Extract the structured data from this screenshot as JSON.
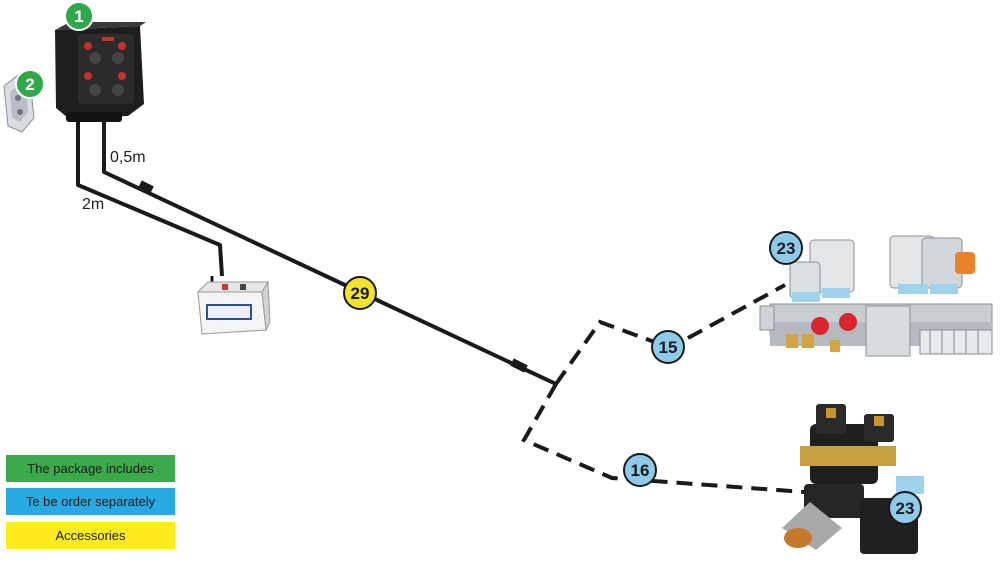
{
  "colors": {
    "green": "#2ea84a",
    "blue": "#8ecbea",
    "yellow": "#f2e32e",
    "legend_green": "#3aaa4c",
    "legend_blue": "#27aae1",
    "legend_yellow": "#ffec1f",
    "cable": "#1a1a1a"
  },
  "badges": {
    "control_box": "1",
    "bracket": "2",
    "cable_main": "29",
    "cable_valves": "15",
    "cable_regulator": "16",
    "valve_connectors": "23",
    "regulator_connectors": "23"
  },
  "cables": {
    "short_length": "0,5m",
    "long_length": "2m"
  },
  "legend": {
    "included": "The package includes",
    "separately": "Te be order separately",
    "accessories": "Accessories"
  }
}
